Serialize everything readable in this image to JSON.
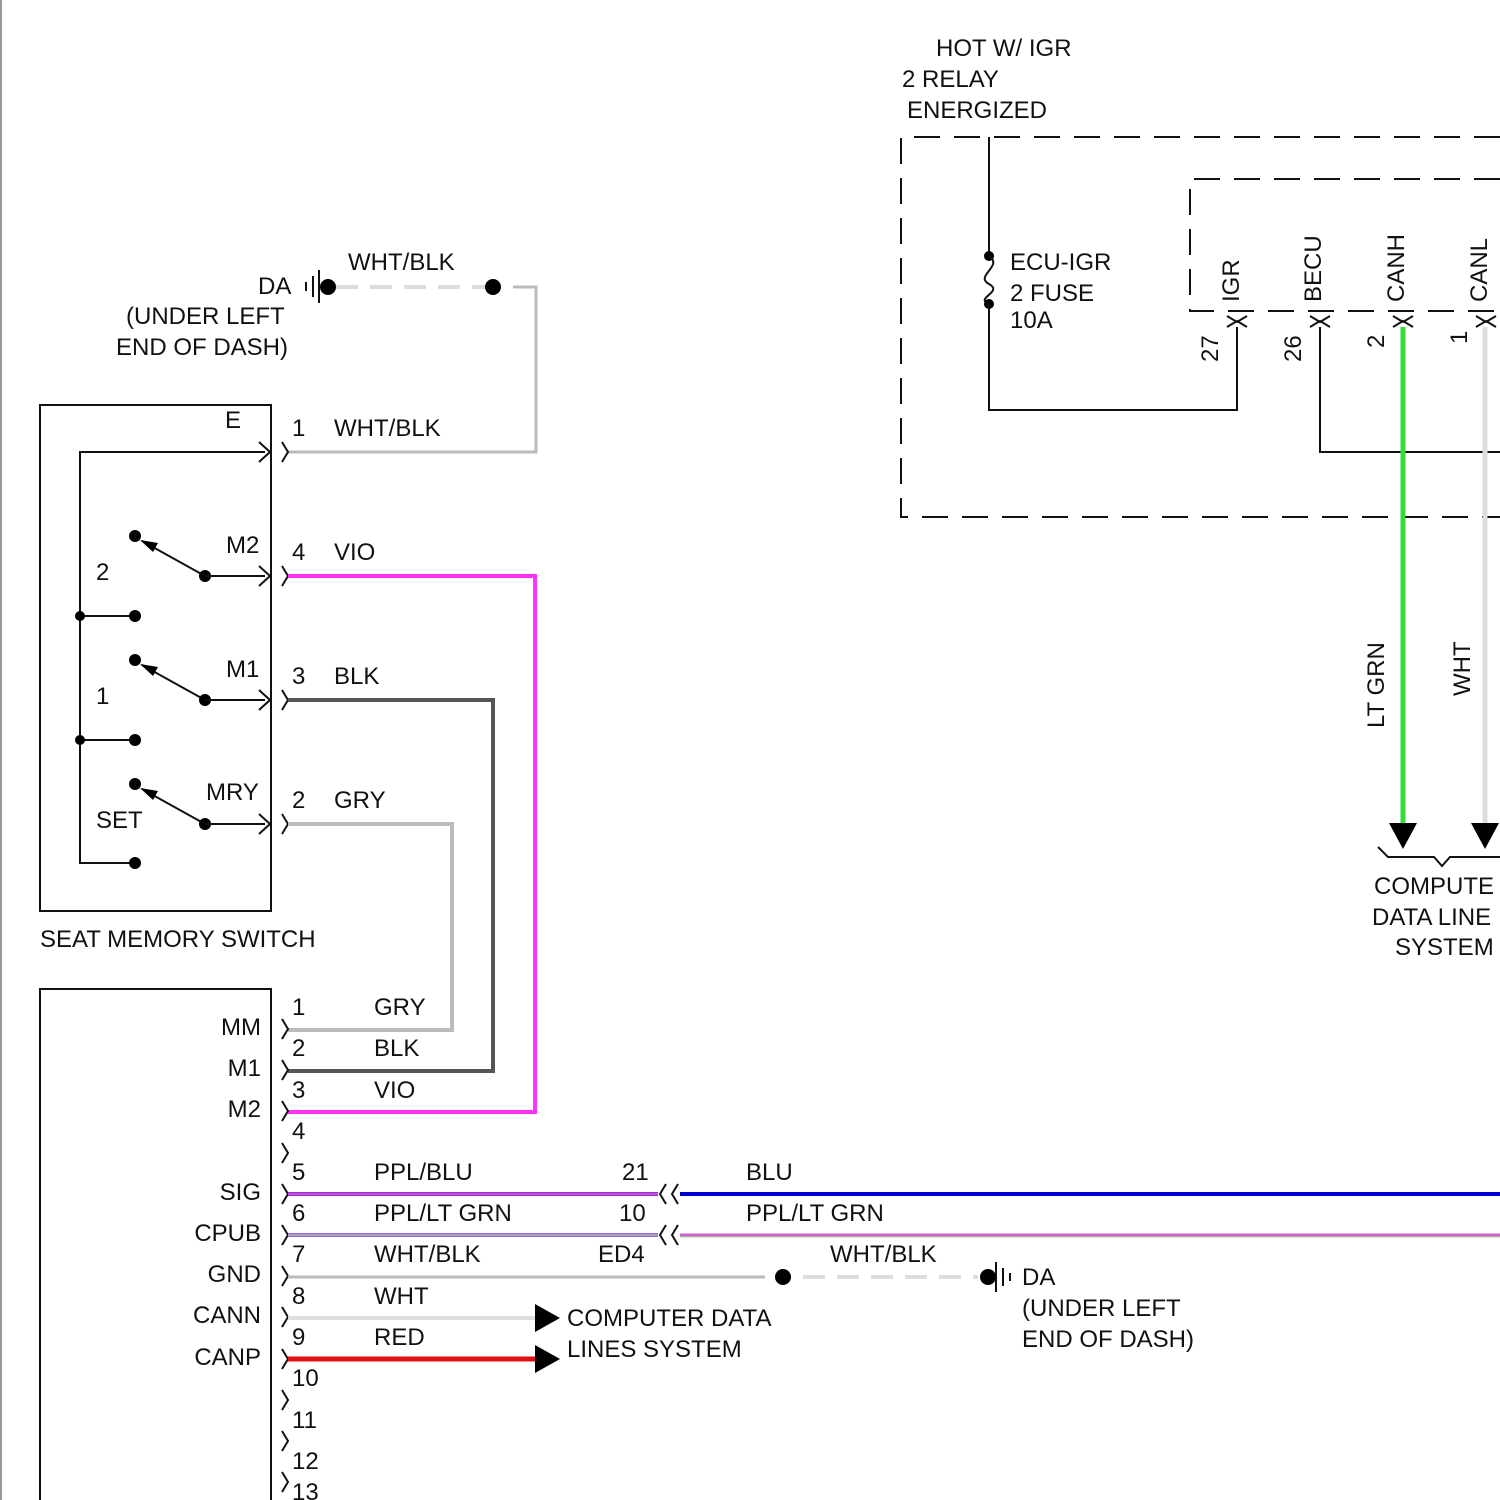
{
  "colors": {
    "vio": "#ff33ff",
    "blk": "#555555",
    "gry": "#bbbbbb",
    "wht_blk": "#bbbbbb",
    "blu": "#0000cc",
    "ppl": "#9933cc",
    "lt_grn": "#33dd33",
    "red": "#dd1111",
    "wht": "#dddddd",
    "ink": "#111111"
  },
  "ground_top": {
    "name": "DA",
    "loc1": "(UNDER LEFT",
    "loc2": "END OF DASH)",
    "wire": "WHT/BLK"
  },
  "hot": {
    "l1": "HOT W/ IGR",
    "l2": "2 RELAY",
    "l3": "ENERGIZED"
  },
  "fuse": {
    "l1": "ECU-IGR",
    "l2": "2 FUSE",
    "l3": "10A"
  },
  "ecu_pins": [
    {
      "label": "IGR",
      "num": "27"
    },
    {
      "label": "BECU",
      "num": "26"
    },
    {
      "label": "CANH",
      "num": "2"
    },
    {
      "label": "CANL",
      "num": "1"
    }
  ],
  "can_wires": {
    "canh": "LT GRN",
    "canl": "WHT"
  },
  "computer_top": {
    "l1": "COMPUTE",
    "l2": "DATA LINE",
    "l3": "SYSTEM"
  },
  "seat_switch": {
    "title": "SEAT MEMORY SWITCH",
    "e": "E",
    "m2": "M2",
    "m1": "M1",
    "mry": "MRY",
    "n2": "2",
    "n1": "1",
    "set": "SET",
    "pins": [
      {
        "num": "1",
        "color": "WHT/BLK"
      },
      {
        "num": "4",
        "color": "VIO"
      },
      {
        "num": "3",
        "color": "BLK"
      },
      {
        "num": "2",
        "color": "GRY"
      }
    ]
  },
  "module": {
    "labels": [
      "MM",
      "M1",
      "M2",
      "SIG",
      "CPUB",
      "GND",
      "CANN",
      "CANP"
    ],
    "pins": [
      "1",
      "2",
      "3",
      "4",
      "5",
      "6",
      "7",
      "8",
      "9",
      "10",
      "11",
      "12",
      "13"
    ],
    "wire_colors": [
      "GRY",
      "BLK",
      "VIO",
      "PPL/BLU",
      "PPL/LT GRN",
      "WHT/BLK",
      "WHT",
      "RED"
    ]
  },
  "inline": {
    "c21": "21",
    "c10": "10",
    "ed4": "ED4",
    "blu": "BLU",
    "ppl_lt_grn": "PPL/LT GRN",
    "wht_blk": "WHT/BLK"
  },
  "ground_bottom": {
    "name": "DA",
    "loc1": "(UNDER LEFT",
    "loc2": "END OF DASH)"
  },
  "computer_bottom": {
    "l1": "COMPUTER DATA",
    "l2": "LINES SYSTEM"
  }
}
